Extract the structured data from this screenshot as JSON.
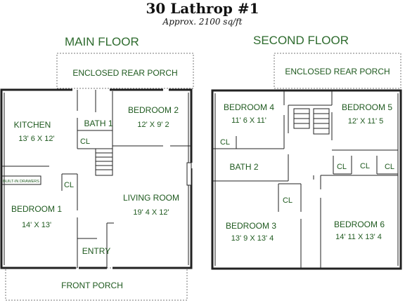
{
  "header": {
    "title": "30 Lathrop #1",
    "subtitle": "Approx. 2100 sq/ft"
  },
  "main_floor": {
    "title": "MAIN FLOOR",
    "labels": {
      "enclosed_rear_porch": "ENCLOSED REAR PORCH",
      "kitchen": "KITCHEN",
      "kitchen_dim": "13' 6 X 12'",
      "bath1": "BATH 1",
      "closet_bath": "CL",
      "bedroom2": "BEDROOM 2",
      "bedroom2_dim": "12' X 9' 2",
      "built_in": "BUILT-IN DRAWERS",
      "closet_bed1": "CL",
      "bedroom1": "BEDROOM 1",
      "bedroom1_dim": "14' X 13'",
      "living_room": "LIVING ROOM",
      "living_room_dim": "19' 4 X 12'",
      "entry": "ENTRY",
      "front_porch": "FRONT PORCH"
    }
  },
  "second_floor": {
    "title": "SECOND FLOOR",
    "labels": {
      "enclosed_rear_porch": "ENCLOSED REAR PORCH",
      "bedroom4": "BEDROOM 4",
      "bedroom4_dim": "11' 6 X 11'",
      "closet_b4": "CL",
      "bedroom5": "BEDROOM 5",
      "bedroom5_dim": "12' X 11' 5",
      "cl_a": "CL",
      "cl_b": "CL",
      "cl_c": "CL",
      "bath2": "BATH 2",
      "closet_b3": "CL",
      "bedroom3": "BEDROOM 3",
      "bedroom3_dim": "13' 9 X 13' 4",
      "bedroom6": "BEDROOM 6",
      "bedroom6_dim": "14' 11 X 13' 4"
    }
  }
}
